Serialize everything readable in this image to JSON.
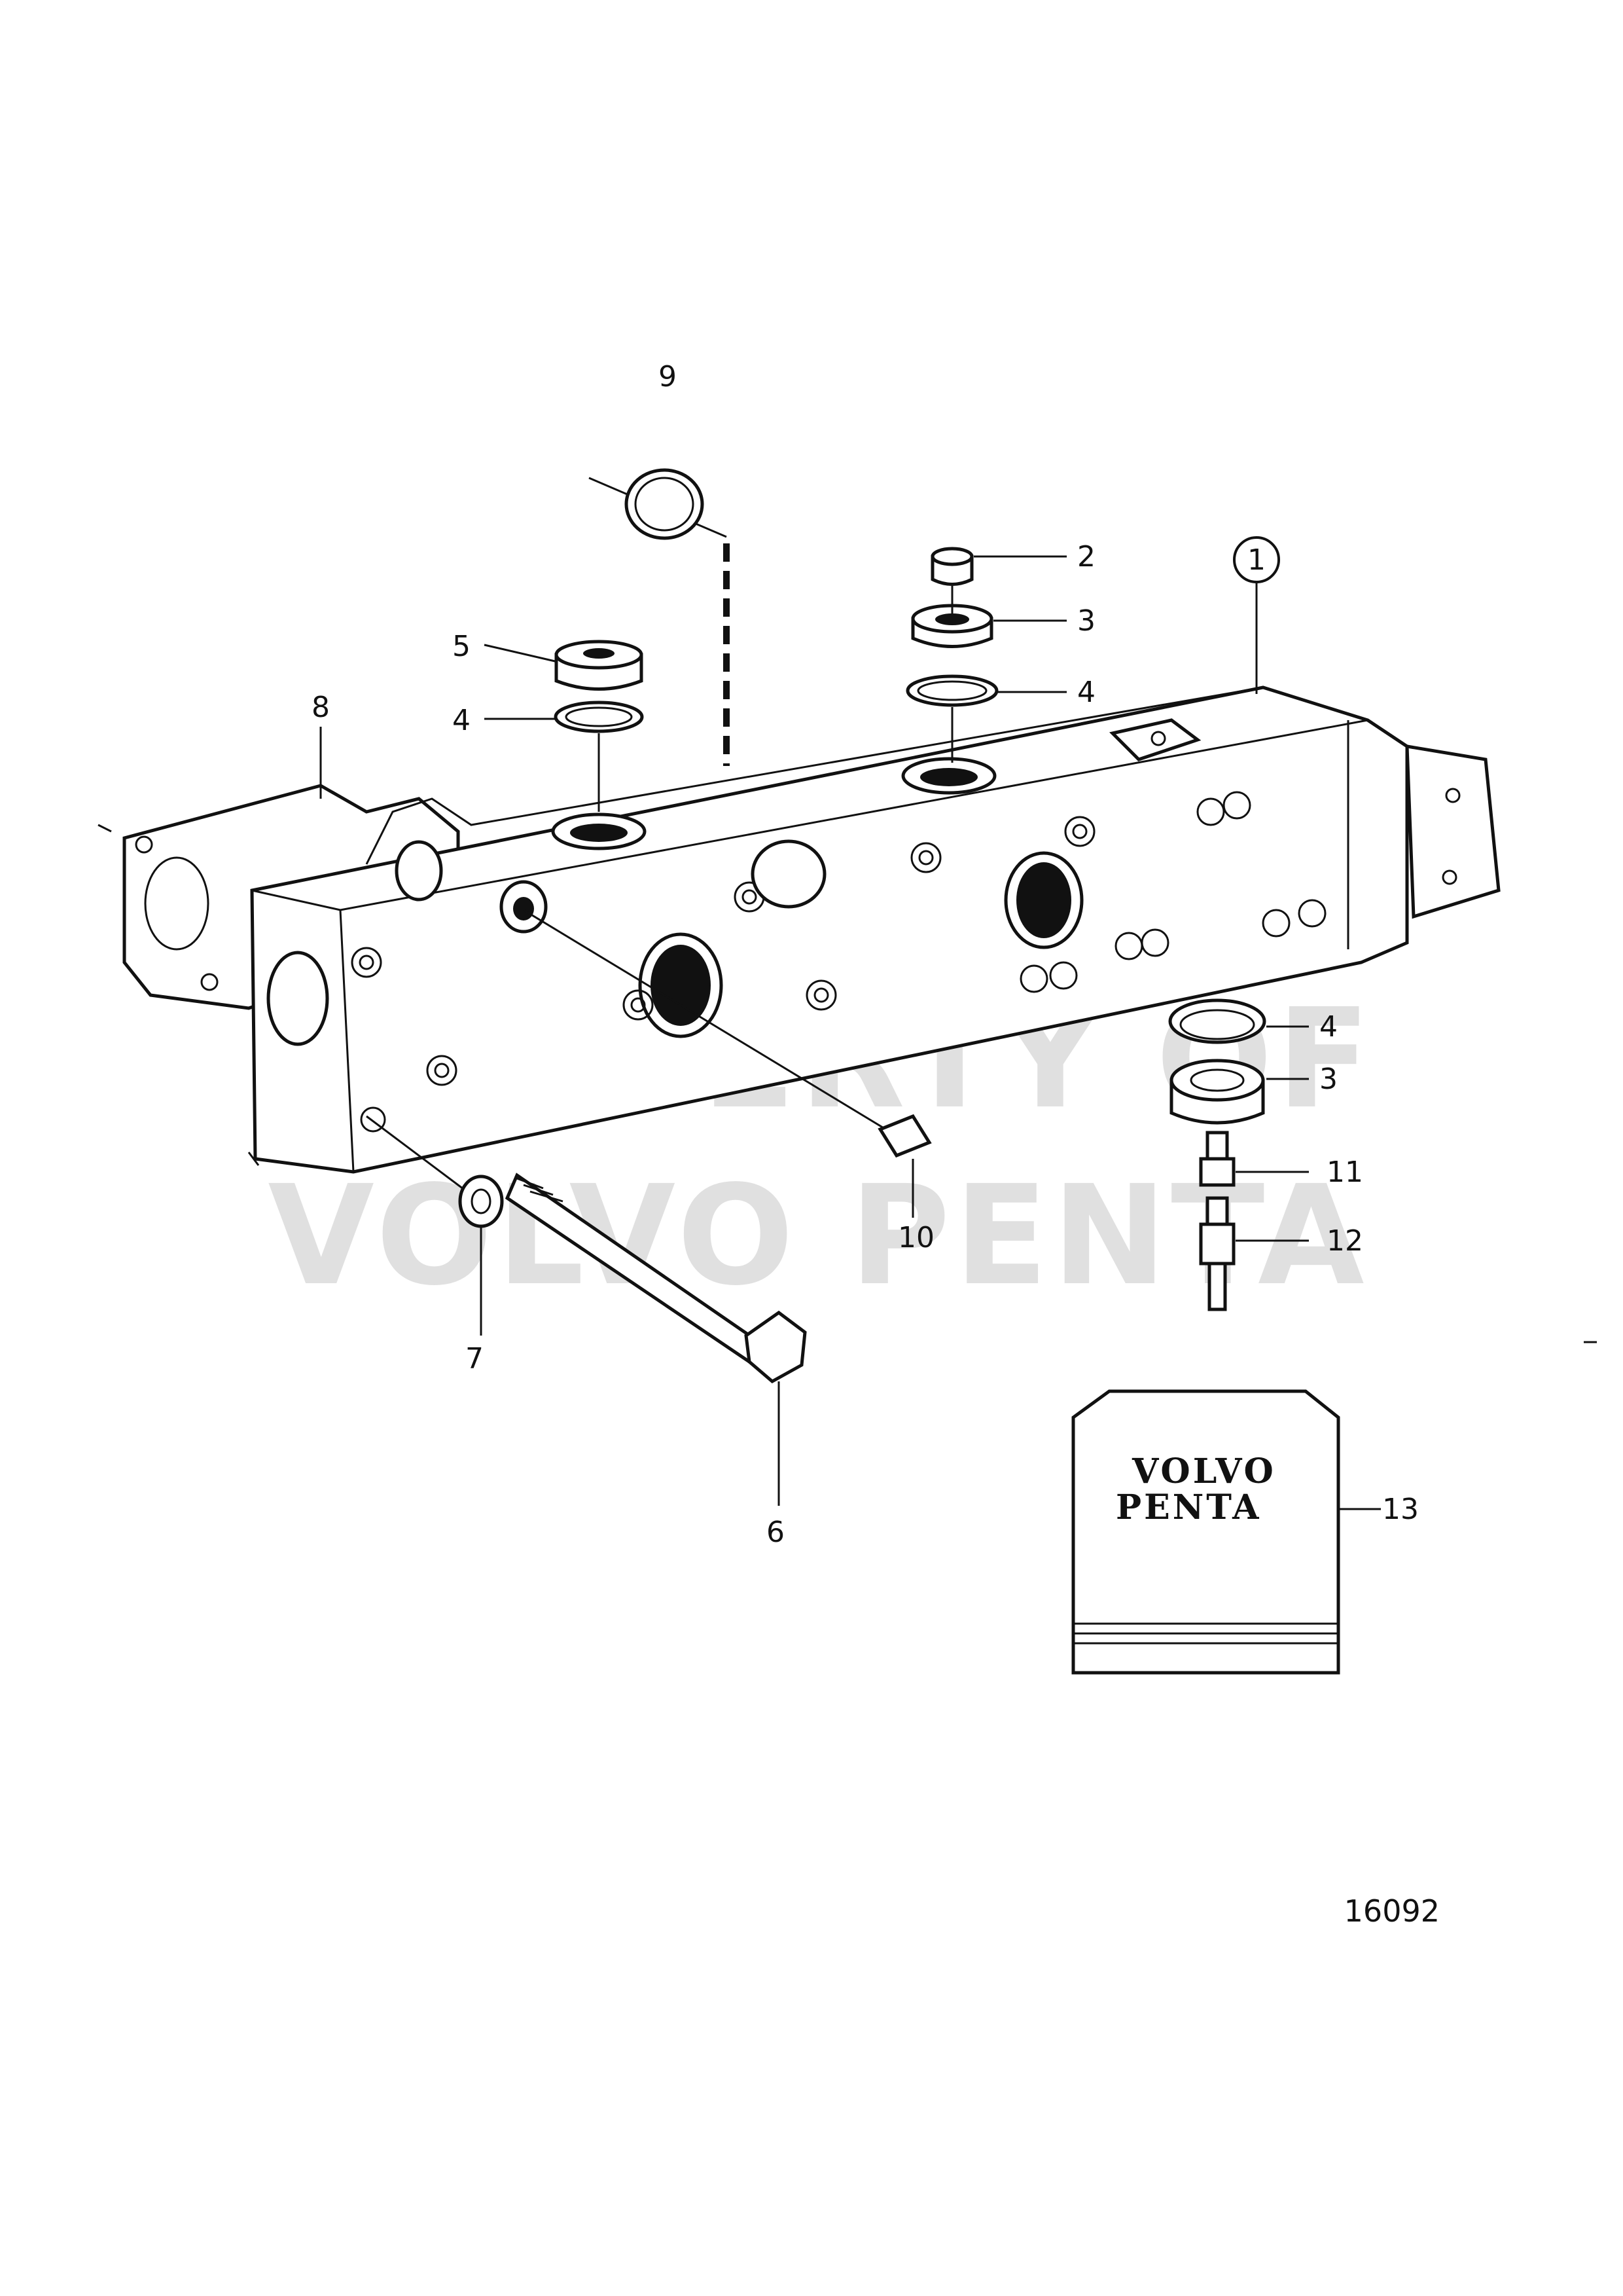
{
  "diagram": {
    "figure_number": "16092",
    "watermark": {
      "line1": "PROPERTY OF",
      "line2": "VOLVO PENTA"
    },
    "kit_logo": {
      "line1": "VOLVO",
      "line2": "PENTA"
    },
    "labels": {
      "p1": "1",
      "p2": "2",
      "p3_top": "3",
      "p3_bottom": "3",
      "p4_left": "4",
      "p4_mid": "4",
      "p4_right": "4",
      "p5": "5",
      "p6": "6",
      "p7": "7",
      "p8": "8",
      "p9": "9",
      "p10": "10",
      "p11": "11",
      "p12": "12",
      "p13": "13"
    }
  }
}
